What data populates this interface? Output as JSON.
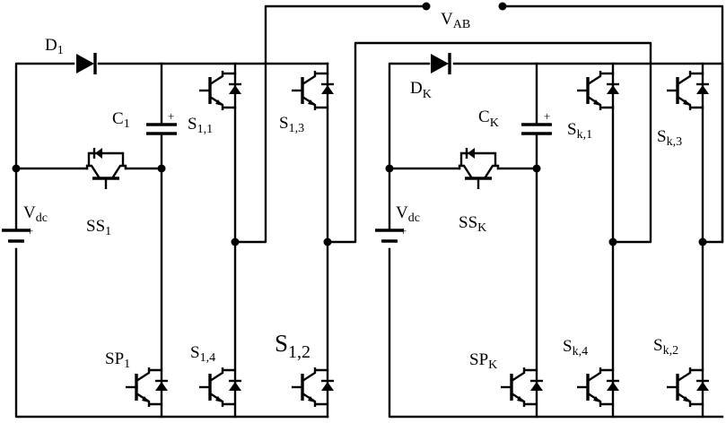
{
  "labels": {
    "vab": {
      "main": "V",
      "sub": "AB"
    },
    "d1": {
      "main": "D",
      "sub": "1"
    },
    "dk": {
      "main": "D",
      "sub": "K"
    },
    "c1": {
      "main": "C",
      "sub": "1"
    },
    "ck": {
      "main": "C",
      "sub": "K"
    },
    "s11": {
      "main": "S",
      "sub": "1,1"
    },
    "s13": {
      "main": "S",
      "sub": "1,3"
    },
    "s14": {
      "main": "S",
      "sub": "1,4"
    },
    "s12": {
      "main": "S",
      "sub": "1,2"
    },
    "sk1": {
      "main": "S",
      "sub": "k,1"
    },
    "sk3": {
      "main": "S",
      "sub": "k,3"
    },
    "sk4": {
      "main": "S",
      "sub": "k,4"
    },
    "sk2": {
      "main": "S",
      "sub": "k,2"
    },
    "ss1": {
      "main": "SS",
      "sub": "1"
    },
    "ssk": {
      "main": "SS",
      "sub": "K"
    },
    "sp1": {
      "main": "SP",
      "sub": "1"
    },
    "spk": {
      "main": "SP",
      "sub": "K"
    },
    "vdc1": {
      "main": "V",
      "sub": "dc"
    },
    "vdck": {
      "main": "V",
      "sub": "dc"
    },
    "plus": "+"
  }
}
